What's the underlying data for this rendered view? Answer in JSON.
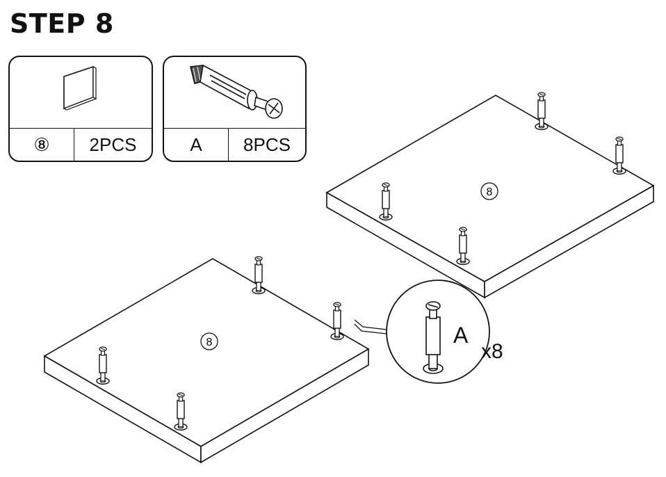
{
  "step": {
    "title": "STEP 8"
  },
  "parts": [
    {
      "id": "⑧",
      "qty": "2PCS"
    },
    {
      "id": "A",
      "qty": "8PCS"
    }
  ],
  "boards": [
    {
      "label": "8"
    },
    {
      "label": "8"
    }
  ],
  "callout": {
    "part": "A",
    "count": "x8"
  },
  "colors": {
    "line": "#111111",
    "background": "#ffffff"
  }
}
